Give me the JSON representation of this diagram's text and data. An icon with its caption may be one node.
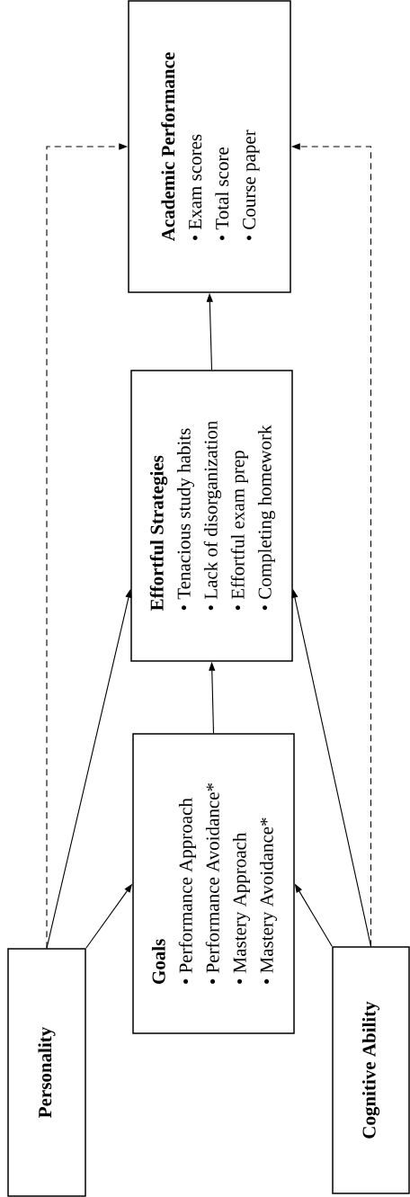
{
  "diagram": {
    "nodes": [
      {
        "text": [
          "Academic Performance",
          "• Exam scores",
          "• Total score",
          "• Course paper"
        ]
      },
      {
        "text": [
          "Effortful Strategies",
          "• Tenacious study habits",
          "• Lack of disorganization",
          "• Effortful exam prep",
          "• Completing homework"
        ]
      },
      {
        "text": [
          "Goals",
          "• Performance Approach",
          "• Performance Avoidance*",
          "• Mastery Approach",
          "• Mastery Avoidance*"
        ]
      },
      {
        "text": [
          "Personality"
        ]
      },
      {
        "text": [
          "Cognitive Ability"
        ]
      }
    ],
    "edges": [
      {
        "from": 3,
        "to": 2,
        "arrow": "to"
      },
      {
        "from": 3,
        "to": 1,
        "arrow": "to"
      },
      {
        "from": 3,
        "to": 0,
        "arrow": "to",
        "style": "dashed"
      },
      {
        "from": 2,
        "to": 1,
        "arrow": "to"
      },
      {
        "from": 1,
        "to": 0,
        "arrow": "to"
      },
      {
        "from": 4,
        "to": 2,
        "arrow": "to"
      },
      {
        "from": 4,
        "to": 1,
        "arrow": "to"
      },
      {
        "from": 4,
        "to": 0,
        "arrow": "to",
        "style": "dashed"
      }
    ]
  }
}
